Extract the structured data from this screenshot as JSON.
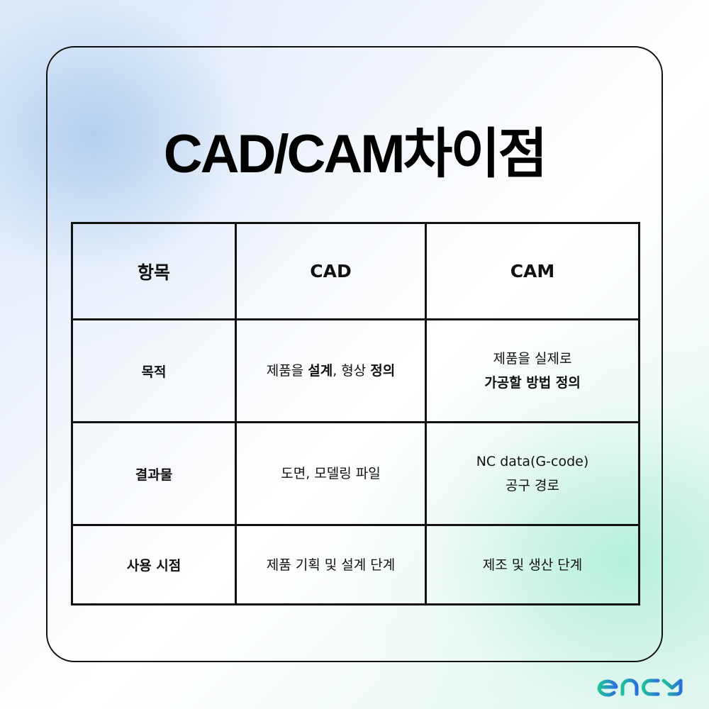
{
  "title": "CAD/CAM차이점",
  "table": {
    "headers": [
      "항목",
      "CAD",
      "CAM"
    ],
    "rows": [
      {
        "label": "목적",
        "cad": {
          "pre": "제품을 ",
          "bold1": "설계",
          "mid": ", 형상 ",
          "bold2": "정의"
        },
        "cam": {
          "line1": "제품을 실제로",
          "line2_bold": "가공할 방법 정의"
        }
      },
      {
        "label": "결과물",
        "cad": {
          "text": "도면, 모델링 파일"
        },
        "cam": {
          "line1": "NC data(G-code)",
          "line2": "공구 경로"
        }
      },
      {
        "label": "사용 시점",
        "cad": {
          "text": "제품 기획 및 설계 단계"
        },
        "cam": {
          "text": "제조 및 생산 단계"
        }
      }
    ]
  },
  "brand": {
    "logo_text": "ency",
    "logo_icon": "ency-logo-icon",
    "colors": {
      "start": "#1fc29a",
      "end": "#2a6fdc"
    }
  },
  "colors": {
    "border": "#111111",
    "bg_blue": "#c4daf3",
    "bg_green": "#c4f0e2"
  }
}
